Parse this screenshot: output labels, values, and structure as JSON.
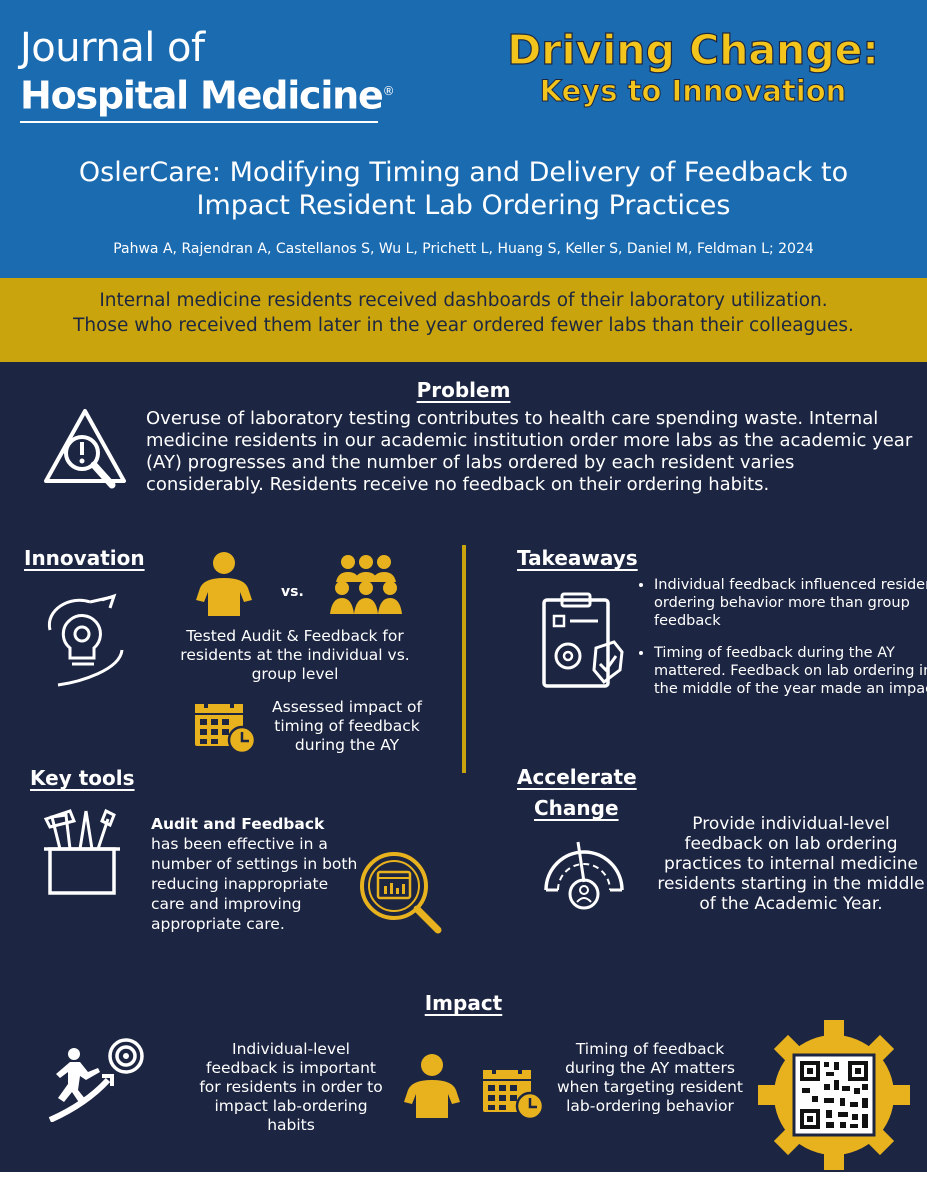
{
  "header": {
    "journal_line1": "Journal of",
    "journal_line2": "Hospital Medicine",
    "journal_mark": "®",
    "brand_line1": "Driving Change:",
    "brand_line2": "Keys to Innovation",
    "title": "OslerCare: Modifying Timing and Delivery of Feedback to Impact Resident Lab Ordering Practices",
    "authors": "Pahwa A, Rajendran A, Castellanos S, Wu L, Prichett L, Huang S, Keller S, Daniel M, Feldman L; 2024"
  },
  "summary": {
    "line1": "Internal medicine residents received dashboards of their laboratory utilization.",
    "line2": "Those who received them later in the year ordered fewer labs than their colleagues."
  },
  "problem": {
    "heading": "Problem",
    "text": "Overuse of laboratory testing contributes to health care spending waste. Internal medicine residents in our academic institution order more labs as the academic year (AY) progresses and the number of labs ordered by each resident varies considerably. Residents receive no feedback on their ordering habits."
  },
  "innovation": {
    "heading": "Innovation",
    "vs": "vs.",
    "text1": "Tested Audit & Feedback for residents at the individual vs. group level",
    "text2": "Assessed impact of timing of feedback during the AY"
  },
  "key_tools": {
    "heading": "Key tools",
    "bold": "Audit and Feedback",
    "text": "has been effective in a number of settings in both reducing inappropriate care and improving appropriate care."
  },
  "takeaways": {
    "heading": "Takeaways",
    "items": [
      "Individual feedback influenced resident ordering behavior more than group feedback",
      "Timing of feedback during the AY mattered. Feedback on lab ordering in the middle of the year made an impact."
    ]
  },
  "accelerate": {
    "heading_line1": "Accelerate",
    "heading_line2": "Change",
    "text": "Provide individual-level feedback on lab ordering practices to internal medicine residents starting in the middle of the Academic Year."
  },
  "impact": {
    "heading": "Impact",
    "text1": "Individual-level feedback is important for residents in order to impact lab-ordering habits",
    "text2": "Timing of feedback during the AY matters when targeting resident lab-ordering behavior"
  },
  "icons": {
    "warning": "warning-magnifier-icon",
    "lightbulb": "lightbulb-gear-icon",
    "person": "person-icon",
    "group": "group-icon",
    "calendar": "calendar-clock-icon",
    "toolbox": "toolbox-icon",
    "dashboard": "dashboard-magnifier-icon",
    "clipboard": "clipboard-gear-icon",
    "gauge": "gauge-person-icon",
    "target": "climber-target-icon",
    "qr": "qr-code-gear"
  },
  "colors": {
    "header_blue": "#1b6bb1",
    "gold": "#c9a40c",
    "brand_yellow": "#f2c41c",
    "navy": "#1c2541",
    "icon_gold": "#e8b21f"
  }
}
